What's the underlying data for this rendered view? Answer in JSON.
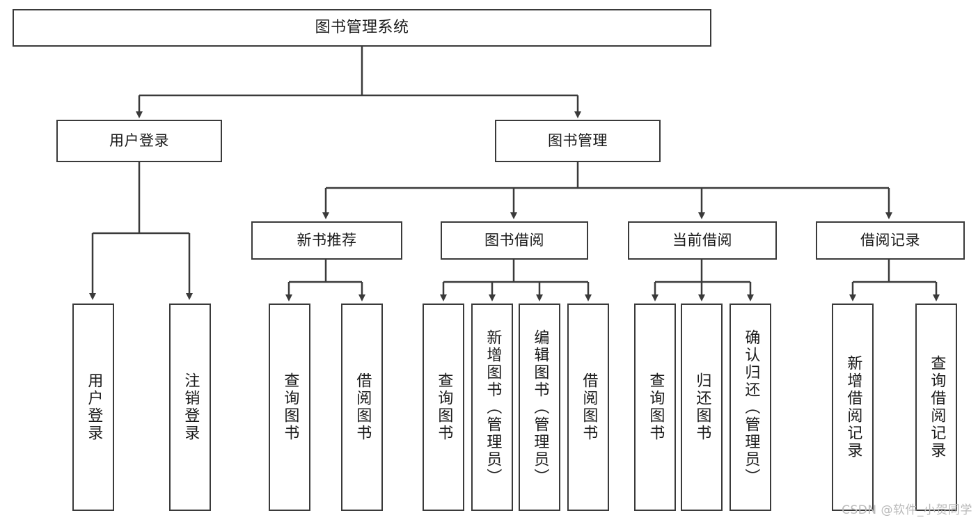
{
  "diagram": {
    "title": "图书管理系统",
    "watermark": "CSDN @软件_小贺同学",
    "colors": {
      "box_border": "#3a3a3a",
      "line": "#3a3a3a",
      "background": "#ffffff",
      "text": "#1b1b1b",
      "watermark": "#b9b9b9"
    },
    "root": {
      "label": "图书管理系统"
    },
    "level2": [
      {
        "label": "用户登录"
      },
      {
        "label": "图书管理"
      }
    ],
    "level3": [
      {
        "label": "新书推荐"
      },
      {
        "label": "图书借阅"
      },
      {
        "label": "当前借阅"
      },
      {
        "label": "借阅记录"
      }
    ],
    "leaves": {
      "user_login": [
        {
          "label": "用户登录"
        },
        {
          "label": "注销登录"
        }
      ],
      "new_book_recommend": [
        {
          "label": "查询图书"
        },
        {
          "label": "借阅图书"
        }
      ],
      "book_borrow": [
        {
          "label": "查询图书"
        },
        {
          "label": "新增图书（管理员）"
        },
        {
          "label": "编辑图书（管理员）"
        },
        {
          "label": "借阅图书"
        }
      ],
      "current_borrow": [
        {
          "label": "查询图书"
        },
        {
          "label": "归还图书"
        },
        {
          "label": "确认归还（管理员）"
        }
      ],
      "borrow_record": [
        {
          "label": "新增借阅记录"
        },
        {
          "label": "查询借阅记录"
        }
      ]
    }
  }
}
